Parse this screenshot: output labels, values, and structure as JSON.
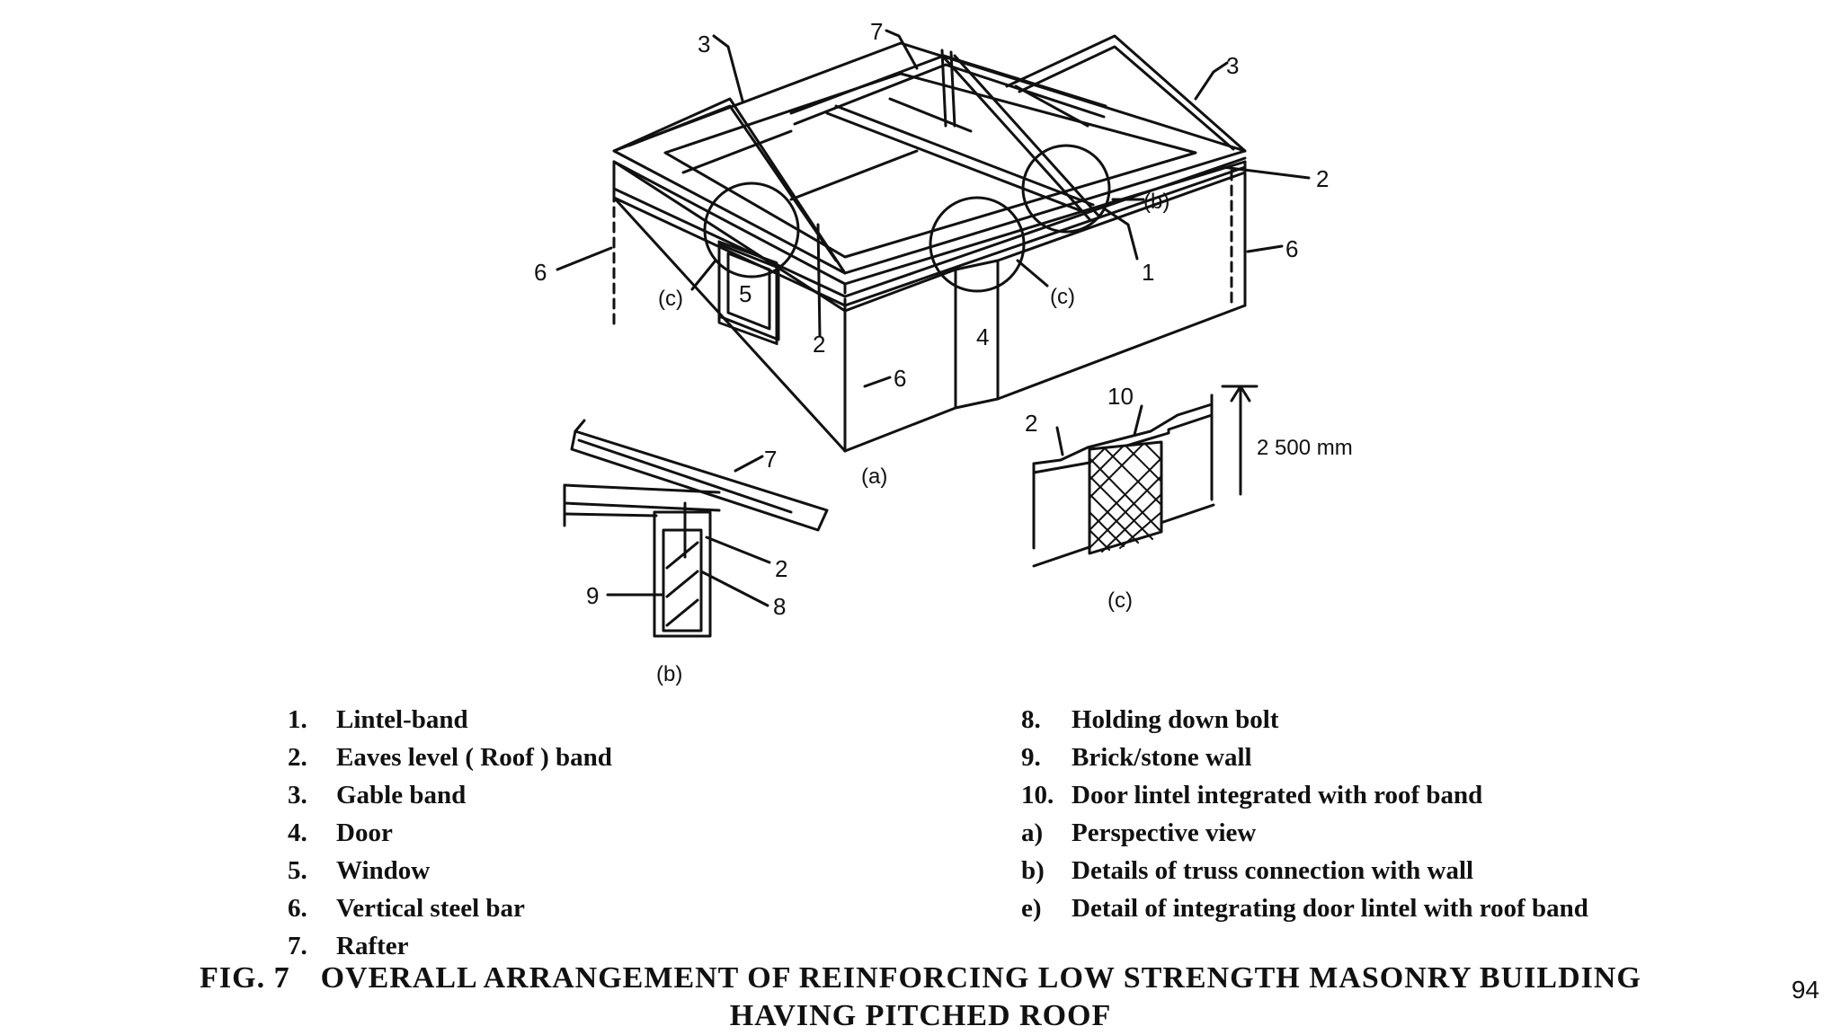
{
  "callouts": {
    "n1": "1",
    "n2": "2",
    "n3": "3",
    "n4": "4",
    "n5": "5",
    "n6": "6",
    "n7": "7",
    "n8": "8",
    "n9": "9",
    "n10": "10",
    "circle_b": "(b)",
    "circle_c": "(c)",
    "dimension": "2 500 mm",
    "view_a": "(a)",
    "view_b": "(b)",
    "view_c": "(c)"
  },
  "legend_left": [
    {
      "num": "1.",
      "text": "Lintel-band"
    },
    {
      "num": "2.",
      "text": "Eaves level ( Roof ) band"
    },
    {
      "num": "3.",
      "text": "Gable band"
    },
    {
      "num": "4.",
      "text": "Door"
    },
    {
      "num": "5.",
      "text": "Window"
    },
    {
      "num": "6.",
      "text": "Vertical steel bar"
    },
    {
      "num": "7.",
      "text": "Rafter"
    }
  ],
  "legend_right": [
    {
      "num": "8.",
      "text": "Holding down bolt"
    },
    {
      "num": "9.",
      "text": "Brick/stone wall"
    },
    {
      "num": "10.",
      "text": "Door lintel integrated with roof band"
    },
    {
      "num": "a)",
      "text": "Perspective view"
    },
    {
      "num": "b)",
      "text": "Details of truss connection with wall"
    },
    {
      "num": "e)",
      "text": "Detail of integrating door lintel with roof band"
    }
  ],
  "caption": {
    "fig": "FIG. 7",
    "line1": "OVERALL ARRANGEMENT OF REINFORCING LOW STRENGTH MASONRY BUILDING",
    "line2": "HAVING PITCHED ROOF"
  },
  "page_number": "94"
}
